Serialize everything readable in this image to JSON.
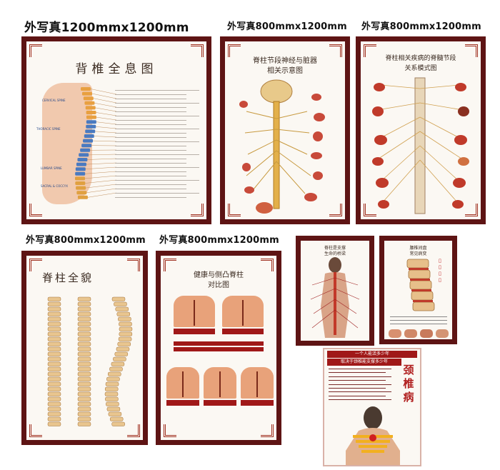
{
  "captions": {
    "p1": "外写真1200mmx1200mm",
    "p2": "外写真800mmx1200mm",
    "p3": "外写真800mmx1200mm",
    "p4": "外写真800mmx1200mm",
    "p5": "外写真800mmx1200mm"
  },
  "poster1": {
    "title": "背椎全息图",
    "labels": {
      "cervical": "CERVICAL SPINE",
      "thoracic": "THORACIC SPINE",
      "lumbar": "LUMBAR SPINE",
      "sacral": "SACRAL & COCCYX"
    }
  },
  "poster2": {
    "title_line1": "脊柱节段神经与脏器",
    "title_line2": "相关示意图"
  },
  "poster3": {
    "title_line1": "脊柱相关疾病的脊髓节段",
    "title_line2": "关系模式图"
  },
  "poster4": {
    "title": "脊柱全貌"
  },
  "poster5": {
    "title_line1": "健康与侧凸脊柱",
    "title_line2": "对比图"
  },
  "poster6": {
    "title_line1": "脊柱是支撑",
    "title_line2": "生命的桥梁"
  },
  "poster7": {
    "title_line1": "腰椎间盘",
    "title_line2": "常见病变"
  },
  "poster8": {
    "header_line1": "一个人能活多少年",
    "header_line2": "取决于颈椎能支撑多少年",
    "title": "颈椎病"
  },
  "colors": {
    "frame": "#5e1414",
    "accent_red": "#a01818",
    "poster_bg": "#fbf8f3"
  }
}
